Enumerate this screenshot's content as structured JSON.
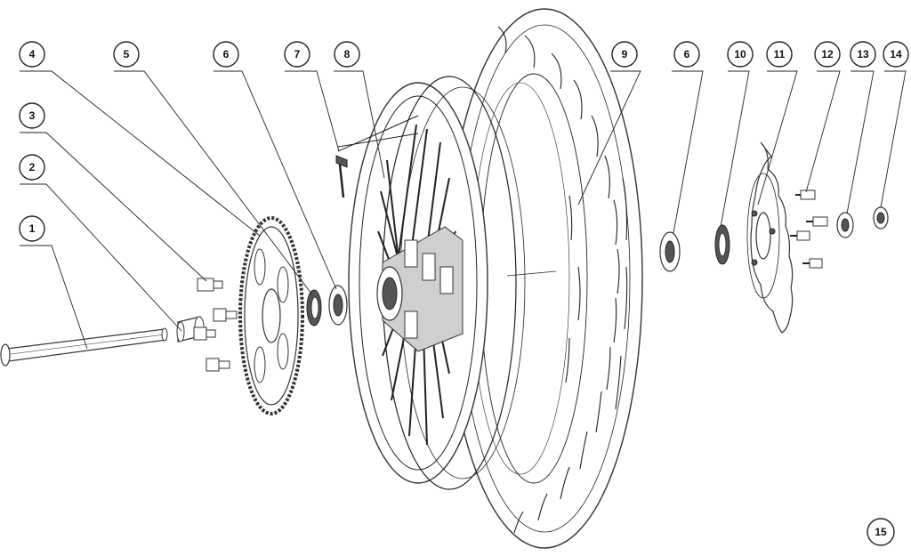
{
  "callouts": [
    {
      "id": "c1",
      "label": "1"
    },
    {
      "id": "c2",
      "label": "2"
    },
    {
      "id": "c3",
      "label": "3"
    },
    {
      "id": "c4",
      "label": "4"
    },
    {
      "id": "c5",
      "label": "5"
    },
    {
      "id": "c6a",
      "label": "6"
    },
    {
      "id": "c7",
      "label": "7"
    },
    {
      "id": "c8",
      "label": "8"
    },
    {
      "id": "c9",
      "label": "9"
    },
    {
      "id": "c6b",
      "label": "6"
    },
    {
      "id": "c10",
      "label": "10"
    },
    {
      "id": "c11",
      "label": "11"
    },
    {
      "id": "c12",
      "label": "12"
    },
    {
      "id": "c13",
      "label": "13"
    },
    {
      "id": "c14",
      "label": "14"
    },
    {
      "id": "c15",
      "label": "15"
    }
  ],
  "colors": {
    "line": "#222222",
    "fill": "#ffffff",
    "shade": "#555555"
  }
}
